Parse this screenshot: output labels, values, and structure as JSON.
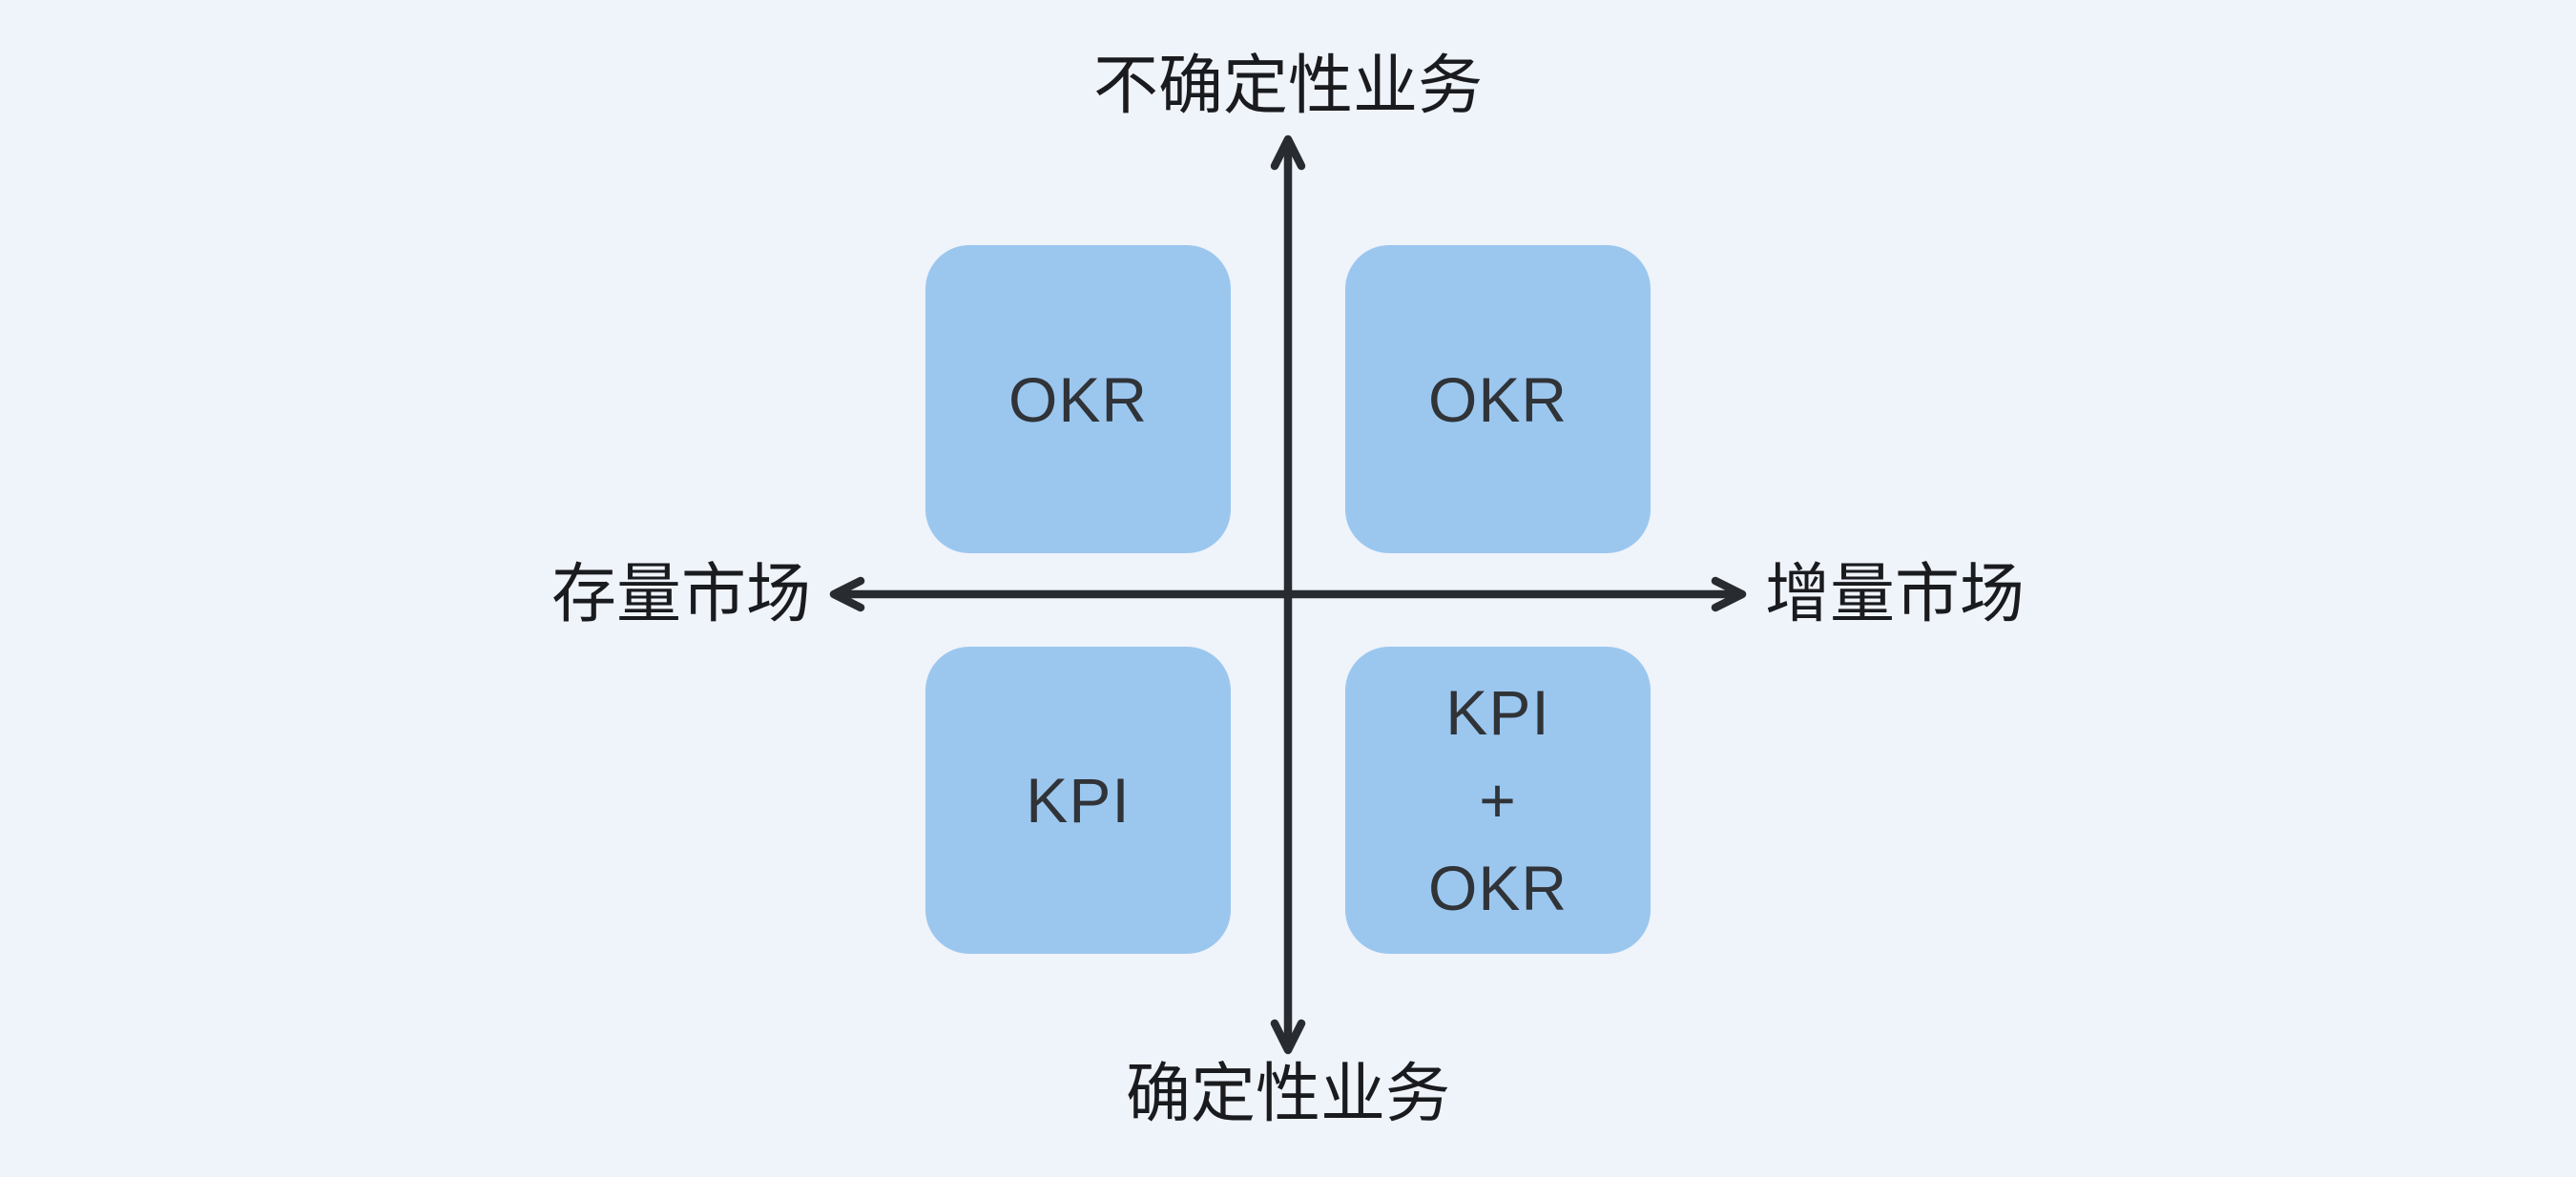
{
  "theme": {
    "background": "#eff3fa",
    "quadrant_fill": "#9bc7ef",
    "axis_color": "#282b2f",
    "label_color": "#1a1b1e",
    "box_text_color": "#303337"
  },
  "diagram": {
    "type": "quadrant-matrix",
    "axis_labels": {
      "top": "不确定性业务",
      "bottom": "确定性业务",
      "left": "存量市场",
      "right": "增量市场"
    },
    "quadrants": {
      "top_left": "OKR",
      "top_right": "OKR",
      "bottom_left": "KPI",
      "bottom_right_lines": [
        "KPI",
        "+",
        "OKR"
      ]
    }
  }
}
